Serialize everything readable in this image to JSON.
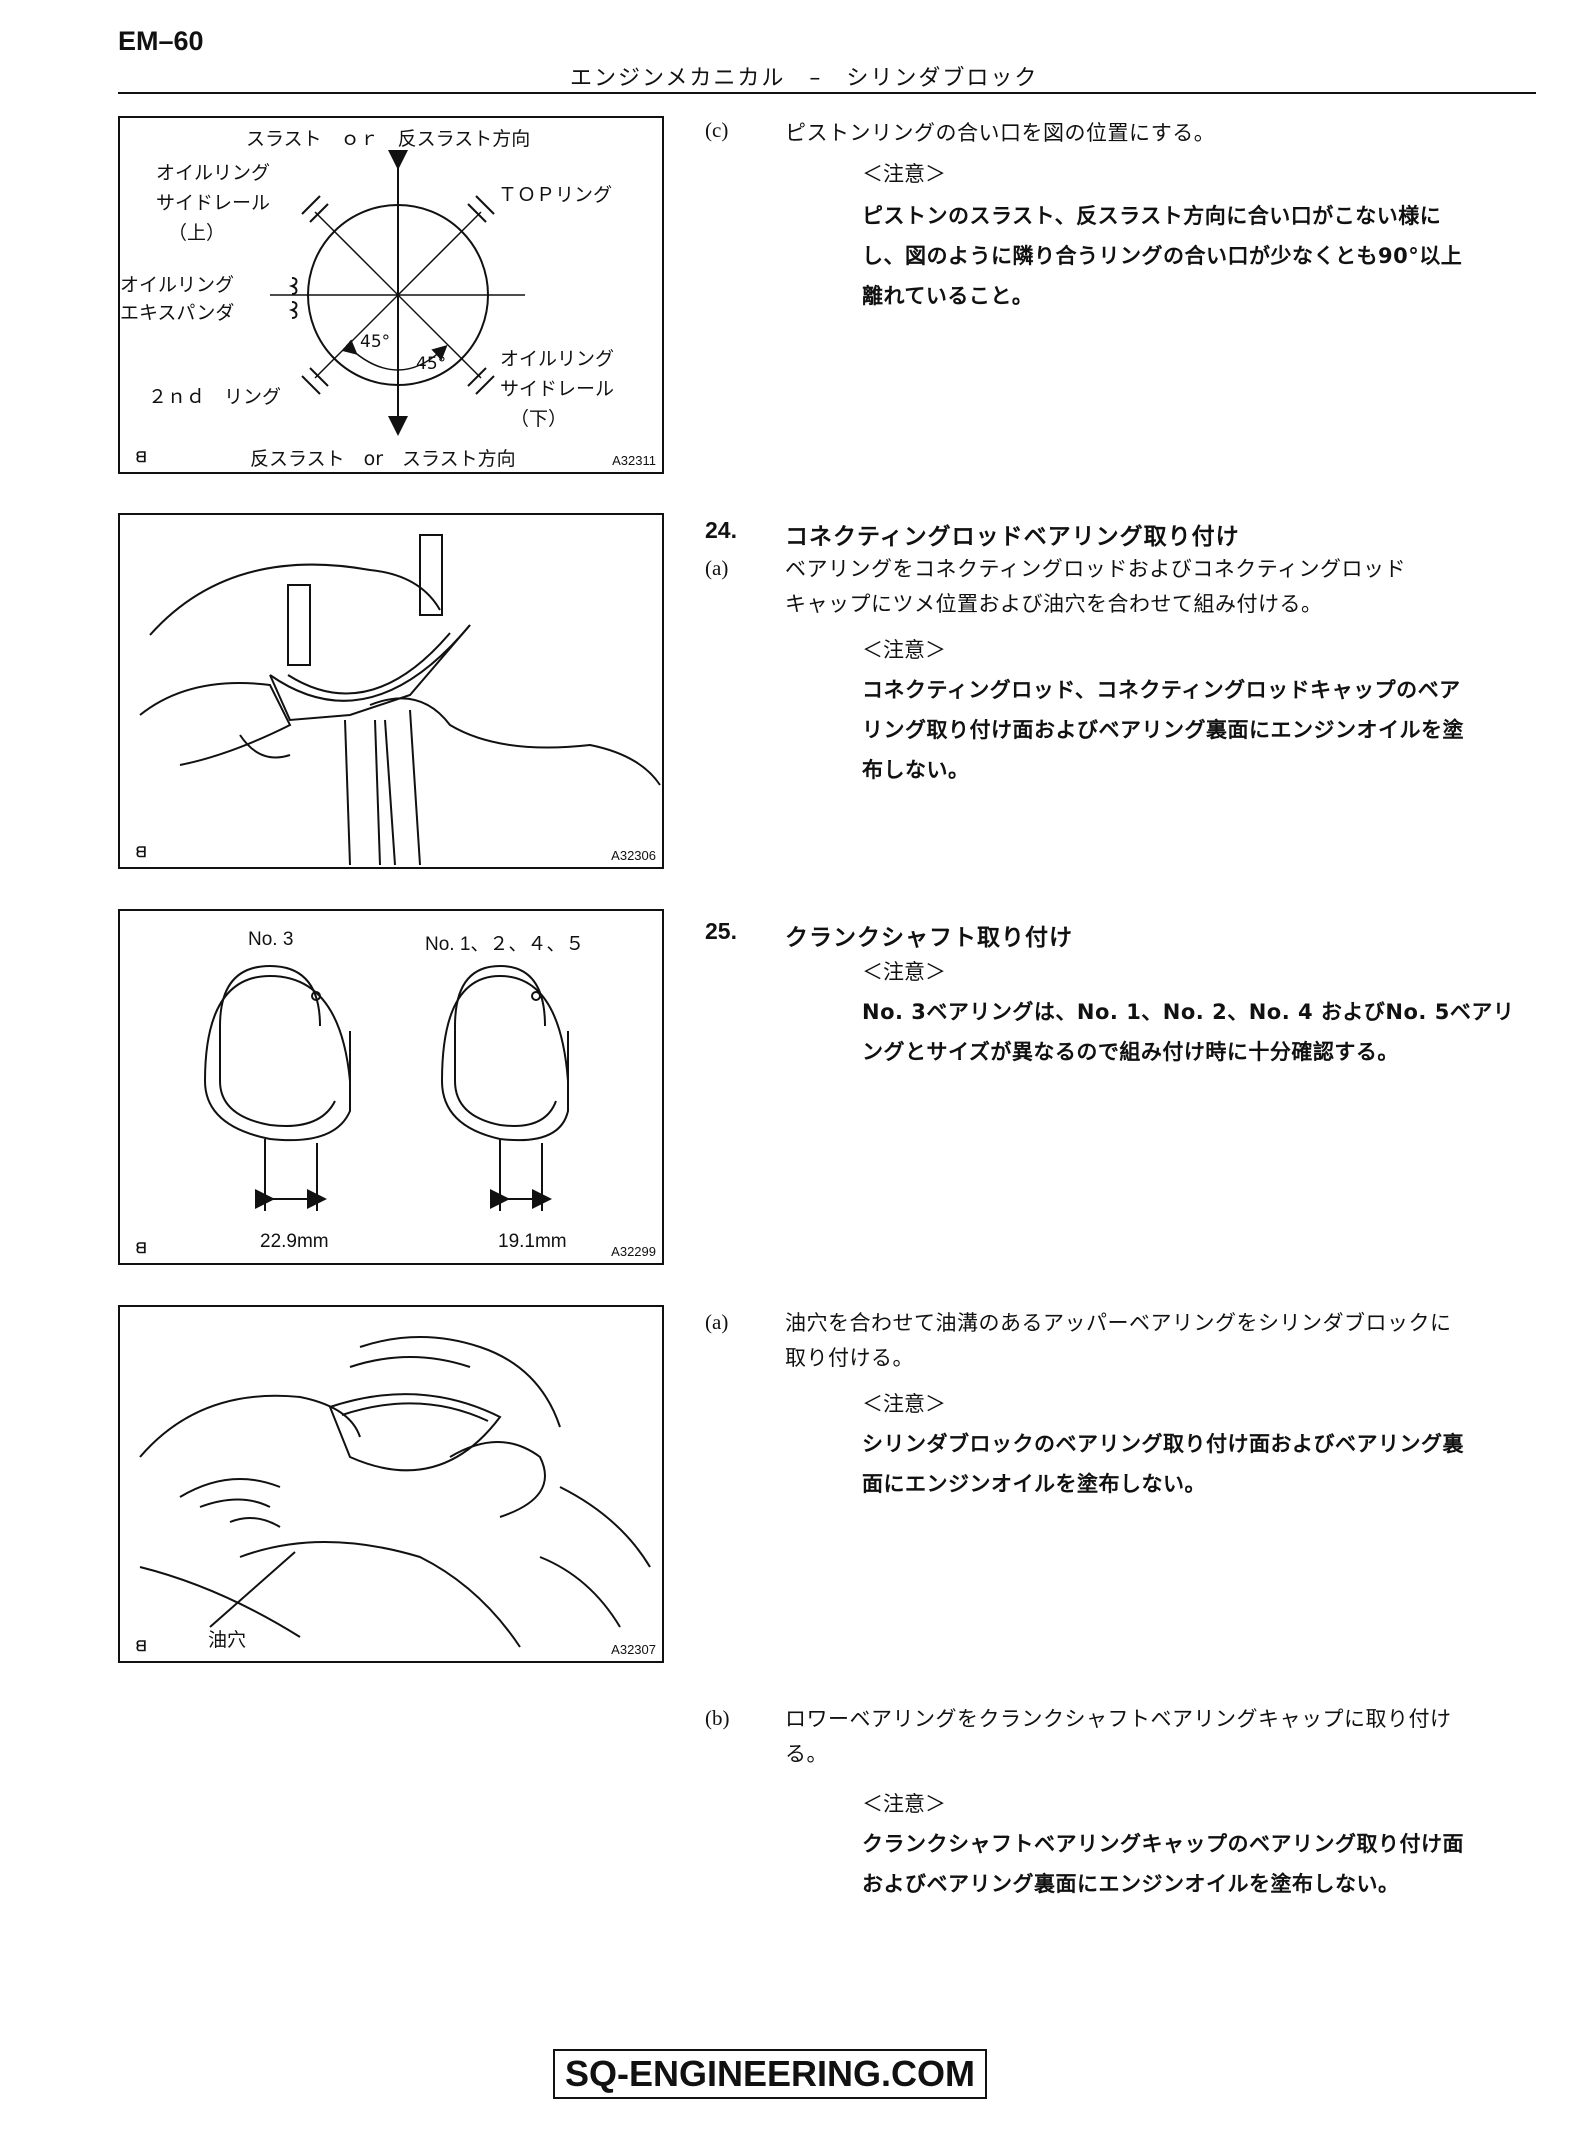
{
  "header": {
    "page_number": "EM–60",
    "title": "エンジンメカニカル　–　シリンダブロック"
  },
  "figures": {
    "ring_gap": {
      "id": "A32311",
      "top_label": "スラスト　ｏｒ　反スラスト方向",
      "bottom_label": "反スラスト　or　スラスト方向",
      "oil_rail_upper": [
        "オイルリング",
        "サイドレール",
        "（上）"
      ],
      "top_ring": "ＴＯＰリング",
      "expander": [
        "オイルリング",
        "エキスパンダ"
      ],
      "angle_1": "45°",
      "angle_2": "45°",
      "oil_rail_lower": [
        "オイルリング",
        "サイドレール",
        "（下）"
      ],
      "second_ring": "２ｎｄ　リング"
    },
    "conrod_bearing": {
      "id": "A32306"
    },
    "crank_bearings": {
      "id": "A32299",
      "label_left": "No. 3",
      "label_right": "No. 1、２、４、５",
      "dim_left": "22.9mm",
      "dim_right": "19.1mm"
    },
    "upper_bearing": {
      "id": "A32307",
      "oil_hole": "油穴"
    }
  },
  "sections": {
    "c": {
      "mark": "(c)",
      "text": "ピストンリングの合い口を図の位置にする。",
      "note_head": "＜注意＞",
      "note_lines": [
        "ピストンのスラスト、反スラスト方向に合い口がこない様に",
        "し、図のように隣り合うリングの合い口が少なくとも90°以上",
        "離れていること。"
      ]
    },
    "s24": {
      "num": "24.",
      "title": "コネクティングロッドベアリング取り付け",
      "a_mark": "(a)",
      "a_lines": [
        "ベアリングをコネクティングロッドおよびコネクティングロッド",
        "キャップにツメ位置および油穴を合わせて組み付ける。"
      ],
      "note_head": "＜注意＞",
      "note_lines": [
        "コネクティングロッド、コネクティングロッドキャップのベア",
        "リング取り付け面およびベアリング裏面にエンジンオイルを塗",
        "布しない。"
      ]
    },
    "s25": {
      "num": "25.",
      "title": "クランクシャフト取り付け",
      "note_head": "＜注意＞",
      "note_lines": [
        "No. 3ベアリングは、No. 1、No. 2、No. 4 およびNo. 5ベアリ",
        "ングとサイズが異なるので組み付け時に十分確認する。"
      ]
    },
    "s25a": {
      "mark": "(a)",
      "lines": [
        "油穴を合わせて油溝のあるアッパーベアリングをシリンダブロックに",
        "取り付ける。"
      ],
      "note_head": "＜注意＞",
      "note_lines": [
        "シリンダブロックのベアリング取り付け面およびベアリング裏",
        "面にエンジンオイルを塗布しない。"
      ]
    },
    "s25b": {
      "mark": "(b)",
      "lines": [
        "ロワーベアリングをクランクシャフトベアリングキャップに取り付け",
        "る。"
      ],
      "note_head": "＜注意＞",
      "note_lines": [
        "クランクシャフトベアリングキャップのベアリング取り付け面",
        "およびベアリング裏面にエンジンオイルを塗布しない。"
      ]
    }
  },
  "footer": {
    "site": "SQ-ENGINEERING.COM"
  }
}
